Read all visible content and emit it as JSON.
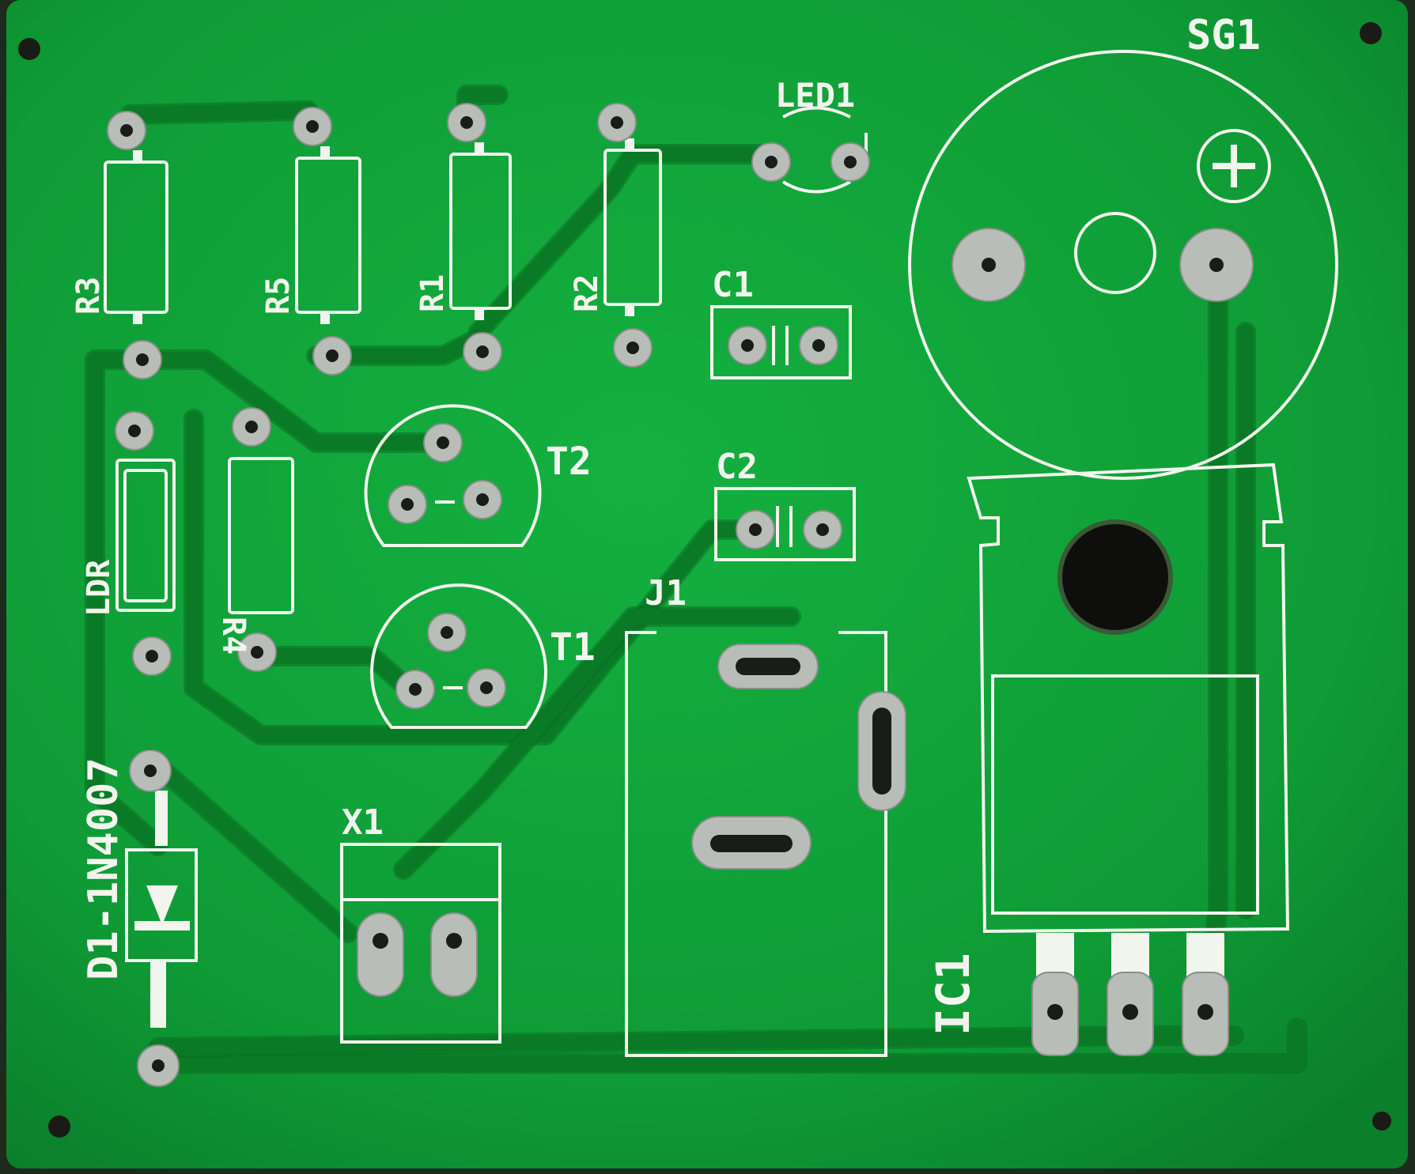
{
  "board": {
    "silkscreen_labels": {
      "sg1": "SG1",
      "led1": "LED1",
      "r3": "R3",
      "r5": "R5",
      "r1": "R1",
      "r2": "R2",
      "c1": "C1",
      "c2": "C2",
      "t1": "T1",
      "t2": "T2",
      "j1": "J1",
      "ldr": "LDR",
      "r4": "R4",
      "d1": "D1-1N4007",
      "x1": "X1",
      "ic1": "IC1",
      "plus": "+"
    },
    "colors": {
      "pcb_green": "#11a63a",
      "trace_green": "#0b7a26",
      "silkscreen": "#f2f5ee",
      "pad_silver": "#b9bdb8",
      "background": "#1e2a1c"
    }
  }
}
